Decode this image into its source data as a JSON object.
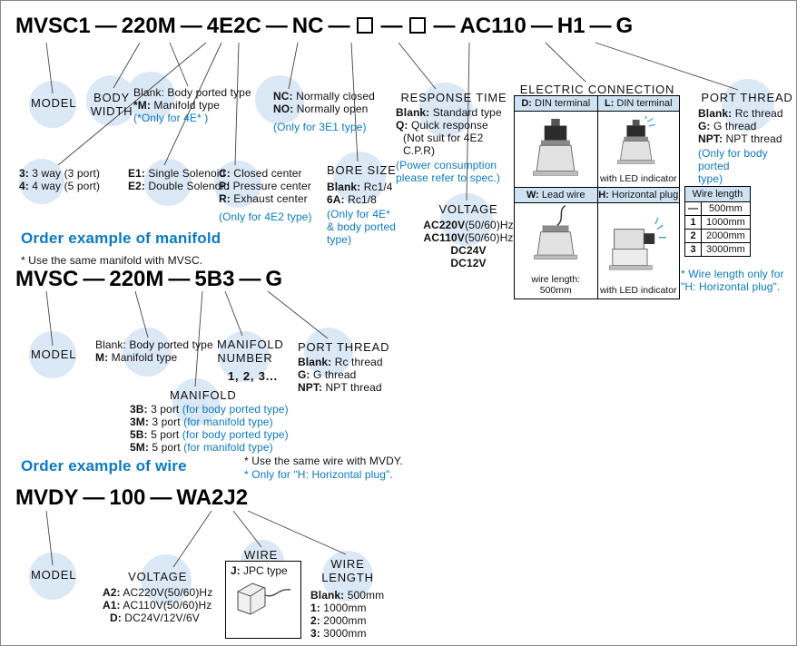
{
  "main_code": {
    "dash": "—",
    "seg_model": "MVSC1",
    "seg_body_width": "220M",
    "seg_valve": "4E2C",
    "seg_nc": "NC",
    "seg_voltage": "AC110",
    "seg_conn": "H1",
    "seg_thread": "G"
  },
  "top": {
    "model_label": "MODEL",
    "body_width_label": "BODY WIDTH",
    "body_type": {
      "l1": "Blank: Body ported type",
      "l2_b": "*M:",
      "l2": " Manifold type",
      "note": "(*Only for 4E* )"
    },
    "nc": {
      "l1_b": "NC:",
      "l1": " Normally closed",
      "l2_b": "NO:",
      "l2": " Normally open",
      "note": "(Only for 3E1 type)"
    },
    "response": {
      "title": "RESPONSE TIME",
      "l1_b": "Blank:",
      "l1": " Standard type",
      "l2_b": "Q:",
      "l2": " Quick response",
      "l3": "(Not suit for 4E2 C.P.R)",
      "note1": "(Power consumption",
      "note2": "please refer to spec.)"
    },
    "electric": {
      "title": "ELECTRIC CONNECTION",
      "d_b": "D:",
      "d": " DIN terminal",
      "l_b": "L:",
      "l": " DIN terminal",
      "w_b": "W:",
      "w": " Lead wire",
      "h_b": "H:",
      "h": " Horizontal plug",
      "cap_led_top": "with LED indicator",
      "cap_wire": "wire length: 500mm",
      "cap_led_bottom": "with LED indicator"
    },
    "port_thread": {
      "title": "PORT THREAD",
      "l1_b": "Blank:",
      "l1": " Rc thread",
      "l2_b": "G:",
      "l2": " G thread",
      "l3_b": "NPT:",
      "l3": " NPT thread",
      "note1": "(Only for body ported",
      "note2": "type)"
    },
    "way": {
      "l1_b": "3:",
      "l1": " 3 way (3 port)",
      "l2_b": "4:",
      "l2": " 4 way (5 port)"
    },
    "solenoid": {
      "l1_b": "E1:",
      "l1": " Single Solenoid",
      "l2_b": "E2:",
      "l2": " Double Solenoid"
    },
    "center": {
      "l1_b": "C:",
      "l1": " Closed center",
      "l2_b": "P:",
      "l2": " Pressure center",
      "l3_b": "R:",
      "l3": " Exhaust center",
      "note": "(Only for 4E2 type)"
    },
    "bore": {
      "title": "BORE SIZE",
      "l1_b": "Blank:",
      "l1": " Rc1/4",
      "l2_b": "6A:",
      "l2": " Rc1/8",
      "note1": "(Only for 4E*",
      "note2": "& body ported",
      "note3": "type)"
    },
    "voltage": {
      "title": "VOLTAGE",
      "l1_b": "AC220V",
      "l1": "(50/60)Hz",
      "l2_b": "AC110V",
      "l2": "(50/60)Hz",
      "l3": "DC24V",
      "l4": "DC12V"
    },
    "wire_table": {
      "header": "Wire length",
      "rows": [
        {
          "k": "—",
          "v": "500mm"
        },
        {
          "k": "1",
          "v": "1000mm"
        },
        {
          "k": "2",
          "v": "2000mm"
        },
        {
          "k": "3",
          "v": "3000mm"
        }
      ],
      "note1": "* Wire length only for",
      "note2": "\"H: Horizontal plug\"."
    }
  },
  "manifold": {
    "heading": "Order example of manifold",
    "note": "* Use the same manifold with MVSC.",
    "code": {
      "dash": "—",
      "s1": "MVSC",
      "s2": "220M",
      "s3": "5B3",
      "s4": "G"
    },
    "model_label": "MODEL",
    "body_type": {
      "l1": "Blank: Body ported type",
      "l2_b": "M:",
      "l2": " Manifold type"
    },
    "number": {
      "title1": "MANIFOLD",
      "title2": "NUMBER",
      "value": "1, 2, 3..."
    },
    "port_thread": {
      "title": "PORT THREAD",
      "l1_b": "Blank:",
      "l1": " Rc thread",
      "l2_b": "G:",
      "l2": " G thread",
      "l3_b": "NPT:",
      "l3": " NPT thread"
    },
    "manifold": {
      "title": "MANIFOLD",
      "rows": [
        {
          "b": "3B:",
          "t": " 3 port ",
          "note": "(for body ported type)"
        },
        {
          "b": "3M:",
          "t": " 3 port ",
          "note": "(for manifold type)"
        },
        {
          "b": "5B:",
          "t": " 5 port ",
          "note": "(for body ported type)"
        },
        {
          "b": "5M:",
          "t": " 5 port ",
          "note": "(for manifold type)"
        }
      ]
    }
  },
  "wire": {
    "heading": "Order example of wire",
    "note1": "* Use the same wire with MVDY.",
    "note2": "* Only for \"H: Horizontal plug\".",
    "code": {
      "dash": "—",
      "s1": "MVDY",
      "s2": "100",
      "s3": "WA2J2"
    },
    "model_label": "MODEL",
    "voltage": {
      "title": "VOLTAGE",
      "l1_b": "A2:",
      "l1": " AC220V(50/60)Hz",
      "l2_b": "A1:",
      "l2": " AC110V(50/60)Hz",
      "l3_b": "D:",
      "l3": " DC24V/12V/6V"
    },
    "wire_box": {
      "title": "WIRE",
      "label_b": "J:",
      "label": " JPC type"
    },
    "length": {
      "title1": "WIRE",
      "title2": "LENGTH",
      "l1_b": "Blank:",
      "l1": " 500mm",
      "l2_b": "1:",
      "l2": " 1000mm",
      "l3_b": "2:",
      "l3": " 2000mm",
      "l4_b": "3:",
      "l4": " 3000mm"
    }
  }
}
